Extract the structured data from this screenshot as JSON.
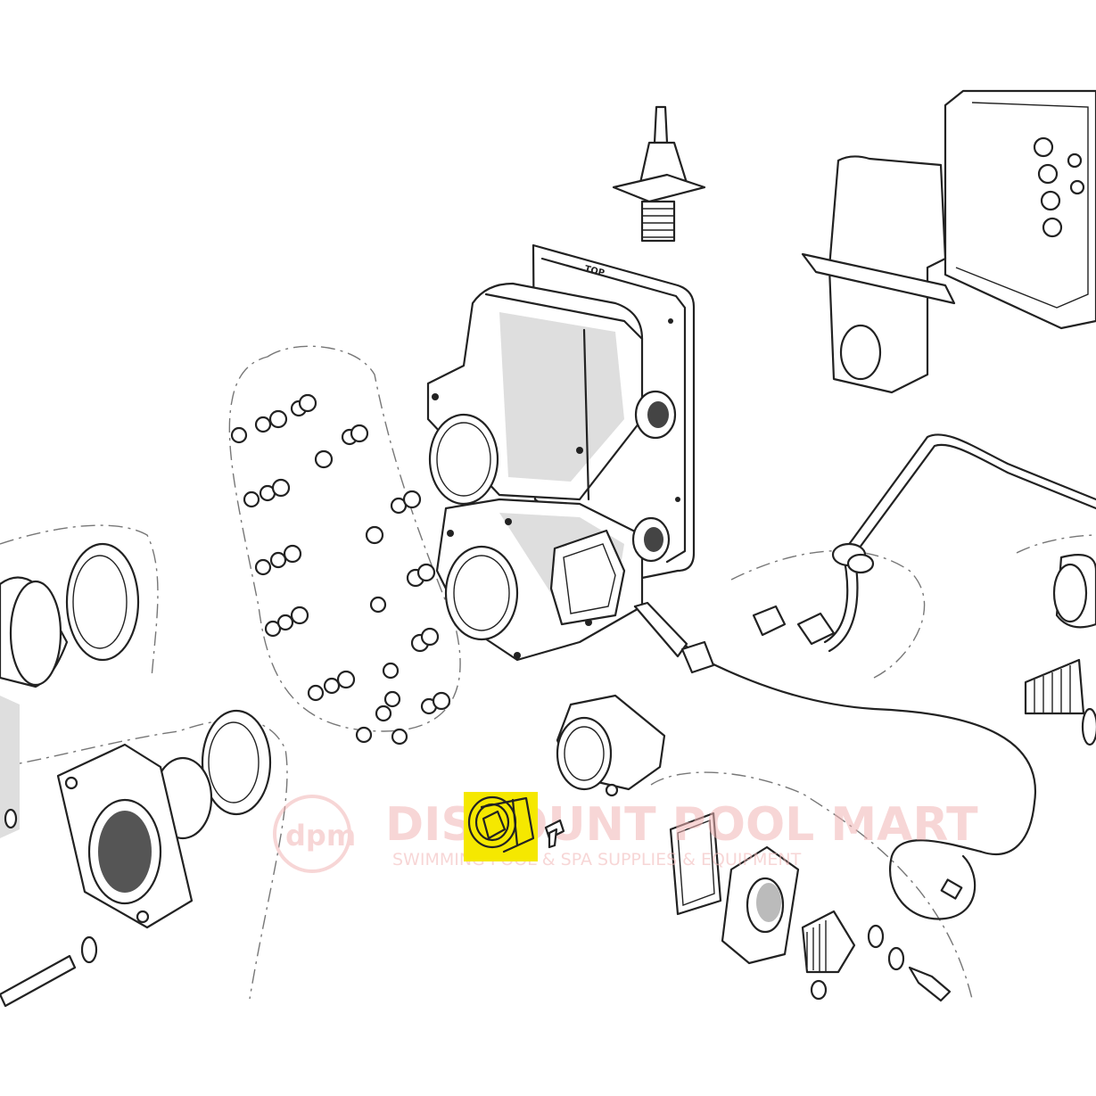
{
  "diagram": {
    "part_label": "TOP",
    "highlight_color": "#f5e800",
    "highlighted_part": "thermostat-cartridge"
  },
  "watermark": {
    "logo_text": "dpm",
    "brand": "DISCOUNT POOL MART",
    "tagline": "SWIMMING POOL & SPA SUPPLIES & EQUIPMENT",
    "color": "#f2b6b6"
  }
}
